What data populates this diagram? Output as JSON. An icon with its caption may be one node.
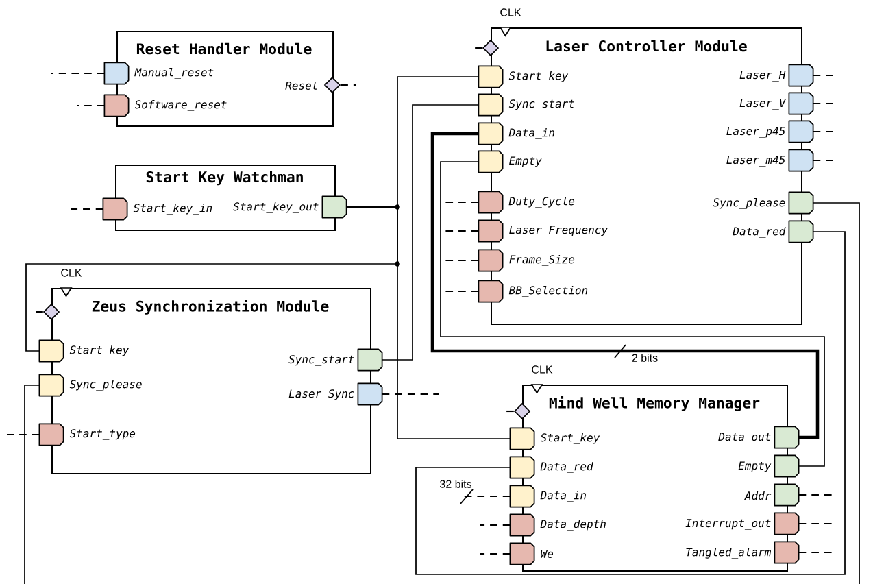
{
  "diagram": {
    "nodes": [
      {
        "text": [
          "Reset Handler Module"
        ]
      },
      {
        "text": [
          "Manual_reset"
        ],
        "in": 0
      },
      {
        "text": [
          "Software_reset"
        ],
        "in": 0
      },
      {
        "text": [
          "Reset"
        ],
        "in": 0
      },
      {
        "text": [
          "Start Key Watchman"
        ]
      },
      {
        "text": [
          "Start_key_in"
        ],
        "in": 4
      },
      {
        "text": [
          "Start_key_out"
        ],
        "in": 4
      },
      {
        "text": [
          "Laser Controller Module"
        ],
        "beside": [
          "CLK"
        ]
      },
      {
        "text": [],
        "shape": "diamond",
        "in": 7
      },
      {
        "text": [
          "Start_key"
        ],
        "in": 7
      },
      {
        "text": [
          "Sync_start"
        ],
        "in": 7
      },
      {
        "text": [
          "Data_in"
        ],
        "in": 7
      },
      {
        "text": [
          "Empty"
        ],
        "in": 7
      },
      {
        "text": [
          "Duty_Cycle"
        ],
        "in": 7
      },
      {
        "text": [
          "Laser_Frequency"
        ],
        "in": 7
      },
      {
        "text": [
          "Frame_Size"
        ],
        "in": 7
      },
      {
        "text": [
          "BB_Selection"
        ],
        "in": 7
      },
      {
        "text": [
          "Laser_H"
        ],
        "in": 7
      },
      {
        "text": [
          "Laser_V"
        ],
        "in": 7
      },
      {
        "text": [
          "Laser_p45"
        ],
        "in": 7
      },
      {
        "text": [
          "Laser_m45"
        ],
        "in": 7
      },
      {
        "text": [
          "Sync_please"
        ],
        "in": 7
      },
      {
        "text": [
          "Data_red"
        ],
        "in": 7
      },
      {
        "text": [
          "Zeus Synchronization Module"
        ],
        "beside": [
          "CLK"
        ]
      },
      {
        "text": [],
        "shape": "diamond",
        "in": 23
      },
      {
        "text": [
          "Start_key"
        ],
        "in": 23
      },
      {
        "text": [
          "Sync_please"
        ],
        "in": 23
      },
      {
        "text": [
          "Start_type"
        ],
        "in": 23
      },
      {
        "text": [
          "Sync_start"
        ],
        "in": 23
      },
      {
        "text": [
          "Laser_Sync"
        ],
        "in": 23
      },
      {
        "text": [
          "Mind Well Memory Manager"
        ],
        "beside": [
          "CLK"
        ]
      },
      {
        "text": [],
        "shape": "diamond",
        "in": 30
      },
      {
        "text": [
          "Start_key"
        ],
        "in": 30
      },
      {
        "text": [
          "Data_red"
        ],
        "in": 30
      },
      {
        "text": [
          "Data_in"
        ],
        "in": 30
      },
      {
        "text": [
          "Data_depth"
        ],
        "in": 30
      },
      {
        "text": [
          "We"
        ],
        "in": 30
      },
      {
        "text": [
          "Data_out"
        ],
        "in": 30
      },
      {
        "text": [
          "Empty"
        ],
        "in": 30
      },
      {
        "text": [
          "Addr"
        ],
        "in": 30
      },
      {
        "text": [
          "Interrupt_out"
        ],
        "in": 30
      },
      {
        "text": [
          "Tangled_alarm"
        ],
        "in": 30
      }
    ],
    "edges": [
      {
        "from": 6,
        "to": 9,
        "arrow": "none"
      },
      {
        "from": 6,
        "to": 25,
        "arrow": "none"
      },
      {
        "from": 6,
        "to": 32,
        "arrow": "none"
      },
      {
        "from": 28,
        "to": 10,
        "arrow": "none"
      },
      {
        "from": 37,
        "to": 11,
        "arrow": "none",
        "label": "2 bits",
        "style": "thick"
      },
      {
        "from": 38,
        "to": 12,
        "arrow": "none"
      },
      {
        "from": 22,
        "to": 33,
        "arrow": "none"
      },
      {
        "from": 21,
        "to": null,
        "arrow": "none"
      },
      {
        "from": 26,
        "to": null,
        "arrow": "none"
      },
      {
        "from": 1,
        "to": null,
        "arrow": "none",
        "style": "dashed"
      },
      {
        "from": 2,
        "to": null,
        "arrow": "none",
        "style": "dashed"
      },
      {
        "from": 3,
        "to": null,
        "arrow": "none",
        "style": "dashed"
      },
      {
        "from": 5,
        "to": null,
        "arrow": "none",
        "style": "dashed"
      },
      {
        "from": 8,
        "to": null,
        "arrow": "none",
        "style": "dashed"
      },
      {
        "from": 13,
        "to": null,
        "arrow": "none",
        "style": "dashed"
      },
      {
        "from": 14,
        "to": null,
        "arrow": "none",
        "style": "dashed"
      },
      {
        "from": 15,
        "to": null,
        "arrow": "none",
        "style": "dashed"
      },
      {
        "from": 16,
        "to": null,
        "arrow": "none",
        "style": "dashed"
      },
      {
        "from": 17,
        "to": null,
        "arrow": "none",
        "style": "dashed"
      },
      {
        "from": 18,
        "to": null,
        "arrow": "none",
        "style": "dashed"
      },
      {
        "from": 19,
        "to": null,
        "arrow": "none",
        "style": "dashed"
      },
      {
        "from": 20,
        "to": null,
        "arrow": "none",
        "style": "dashed"
      },
      {
        "from": 24,
        "to": null,
        "arrow": "none",
        "style": "dashed"
      },
      {
        "from": 27,
        "to": null,
        "arrow": "none",
        "style": "dashed"
      },
      {
        "from": 29,
        "to": null,
        "arrow": "none",
        "style": "dashed"
      },
      {
        "from": 31,
        "to": null,
        "arrow": "none",
        "style": "dashed"
      },
      {
        "from": 34,
        "to": null,
        "arrow": "none",
        "label": "32 bits",
        "style": "dashed"
      },
      {
        "from": 35,
        "to": null,
        "arrow": "none",
        "style": "dashed"
      },
      {
        "from": 36,
        "to": null,
        "arrow": "none",
        "style": "dashed"
      },
      {
        "from": 39,
        "to": null,
        "arrow": "none",
        "style": "dashed"
      },
      {
        "from": 40,
        "to": null,
        "arrow": "none",
        "style": "dashed"
      },
      {
        "from": 41,
        "to": null,
        "arrow": "none",
        "style": "dashed"
      }
    ]
  }
}
